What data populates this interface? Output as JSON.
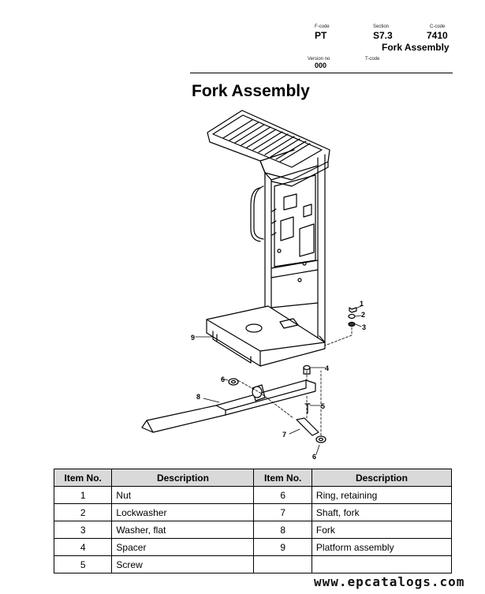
{
  "header": {
    "fcode_label": "F-code",
    "fcode_value": "PT",
    "section_label": "Section",
    "section_value": "S7.3",
    "ccode_label": "C-code",
    "ccode_value": "7410",
    "subtitle": "Fork Assembly",
    "version_label": "Version no",
    "version_value": "000",
    "tcode_label": "T-code"
  },
  "title": "Fork Assembly",
  "callouts": {
    "c1": "1",
    "c2": "2",
    "c3": "3",
    "c4": "4",
    "c5": "5",
    "c6a": "6",
    "c6b": "6",
    "c7": "7",
    "c8": "8",
    "c9": "9"
  },
  "table": {
    "headers": [
      "Item No.",
      "Description",
      "Item No.",
      "Description"
    ],
    "rows": [
      [
        "1",
        "Nut",
        "6",
        "Ring, retaining"
      ],
      [
        "2",
        "Lockwasher",
        "7",
        "Shaft, fork"
      ],
      [
        "3",
        "Washer, flat",
        "8",
        "Fork"
      ],
      [
        "4",
        "Spacer",
        "9",
        "Platform assembly"
      ],
      [
        "5",
        "Screw",
        "",
        ""
      ]
    ]
  },
  "watermark": "www.epcatalogs.com"
}
